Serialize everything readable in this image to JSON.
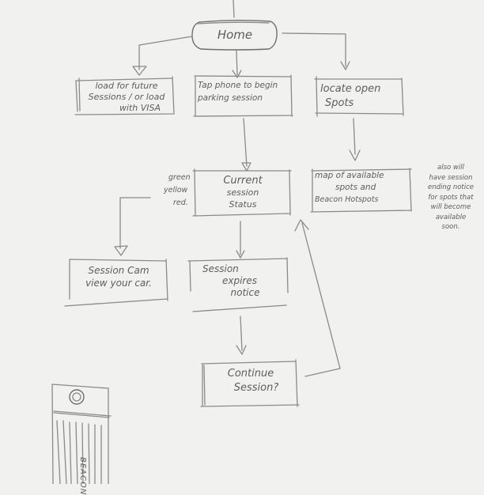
{
  "nodes": {
    "home": {
      "label": "Home"
    },
    "load_future": {
      "lines": [
        "load for future",
        "Sessions / or load",
        "with VISA"
      ]
    },
    "tap_phone": {
      "lines": [
        "Tap phone to begin",
        "parking session"
      ]
    },
    "locate_open": {
      "lines": [
        "locate open",
        "Spots"
      ]
    },
    "current_status": {
      "lines": [
        "Current",
        "session",
        "Status"
      ]
    },
    "map_spots": {
      "lines": [
        "map of available",
        "spots and",
        "Beacon Hotspots"
      ]
    },
    "session_cam": {
      "lines": [
        "Session Cam",
        "view your car."
      ]
    },
    "session_expires": {
      "lines": [
        "Session",
        "expires",
        "notice"
      ]
    },
    "continue_session": {
      "lines": [
        "Continue",
        "Session?"
      ]
    }
  },
  "notes": {
    "status_colors": {
      "lines": [
        "green",
        "yellow",
        "red."
      ]
    },
    "map_note": {
      "lines": [
        "also will",
        "have session",
        "ending notice",
        "for spots that",
        "will become",
        "available",
        "soon."
      ]
    }
  },
  "device": {
    "label": "BEACON"
  }
}
